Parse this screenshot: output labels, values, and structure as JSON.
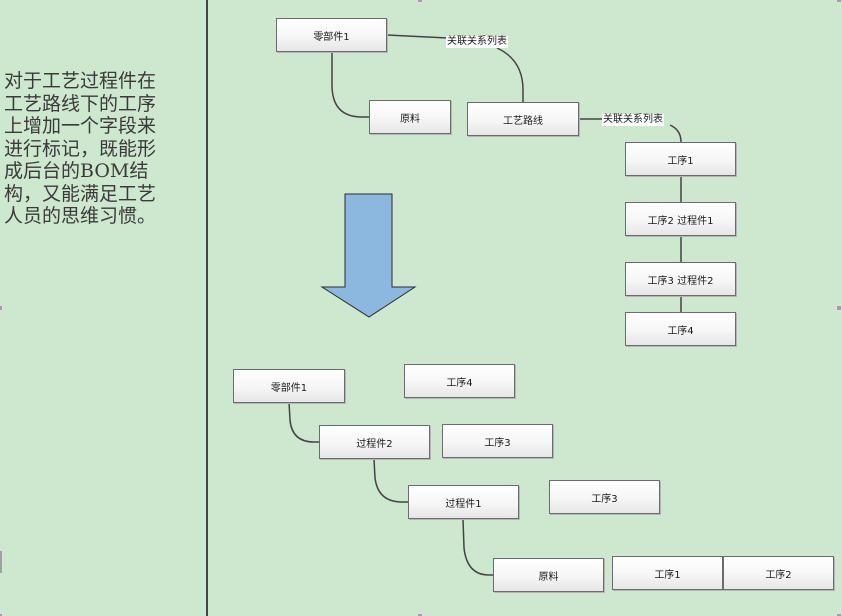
{
  "note": {
    "text": "对于工艺过程件在工艺路线下的工序上增加一个字段来进行标记，既能形成后台的BOM结构，又能满足工艺人员的思维习惯。"
  },
  "colors": {
    "background": "#cde8ce",
    "arrow_fill": "#8cb8e0",
    "node_border": "#6c6c6c",
    "connector": "#444444"
  },
  "top_diagram": {
    "part": "零部件1",
    "material": "原料",
    "route": "工艺路线",
    "relation_label_1": "关联关系列表",
    "relation_label_2": "关联关系列表",
    "operations": [
      "工序1",
      "工序2 过程件1",
      "工序3 过程件2",
      "工序4"
    ]
  },
  "transform_arrow": {
    "icon": "down-arrow-icon"
  },
  "bottom_diagram": {
    "part": "零部件1",
    "process_part_2": "过程件2",
    "process_part_1": "过程件1",
    "material": "原料",
    "op4": "工序4",
    "op3_a": "工序3",
    "op3_b": "工序3",
    "op1": "工序1",
    "op2": "工序2"
  }
}
